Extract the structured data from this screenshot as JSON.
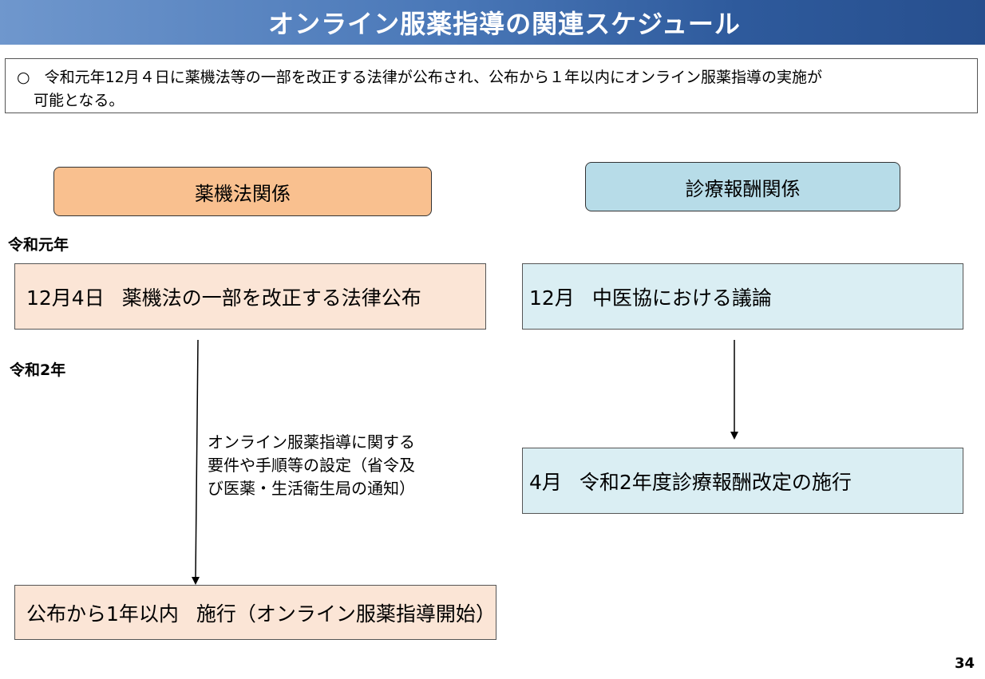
{
  "title": "オンライン服薬指導の関連スケジュール",
  "note": {
    "bullet": "○",
    "line1": "令和元年12月４日に薬機法等の一部を改正する法律が公布され、公布から１年以内にオンライン服薬指導の実施が",
    "line2": "可能となる。"
  },
  "columns": {
    "left_header": "薬機法関係",
    "right_header": "診療報酬関係"
  },
  "years": {
    "year1": "令和元年",
    "year2": "令和2年"
  },
  "left_events": [
    {
      "date": "12月4日",
      "text": "薬機法の一部を改正する法律公布"
    },
    {
      "date": "公布から1年以内",
      "text": "施行（オンライン服薬指導開始）"
    }
  ],
  "right_events": [
    {
      "date": "12月",
      "text": "中医協における議論"
    },
    {
      "date": "4月",
      "text": "令和2年度診療報酬改定の施行"
    }
  ],
  "annotation": [
    "オンライン服薬指導に関する",
    "要件や手順等の設定（省令及",
    "び医薬・生活衛生局の通知）"
  ],
  "page_number": "34"
}
